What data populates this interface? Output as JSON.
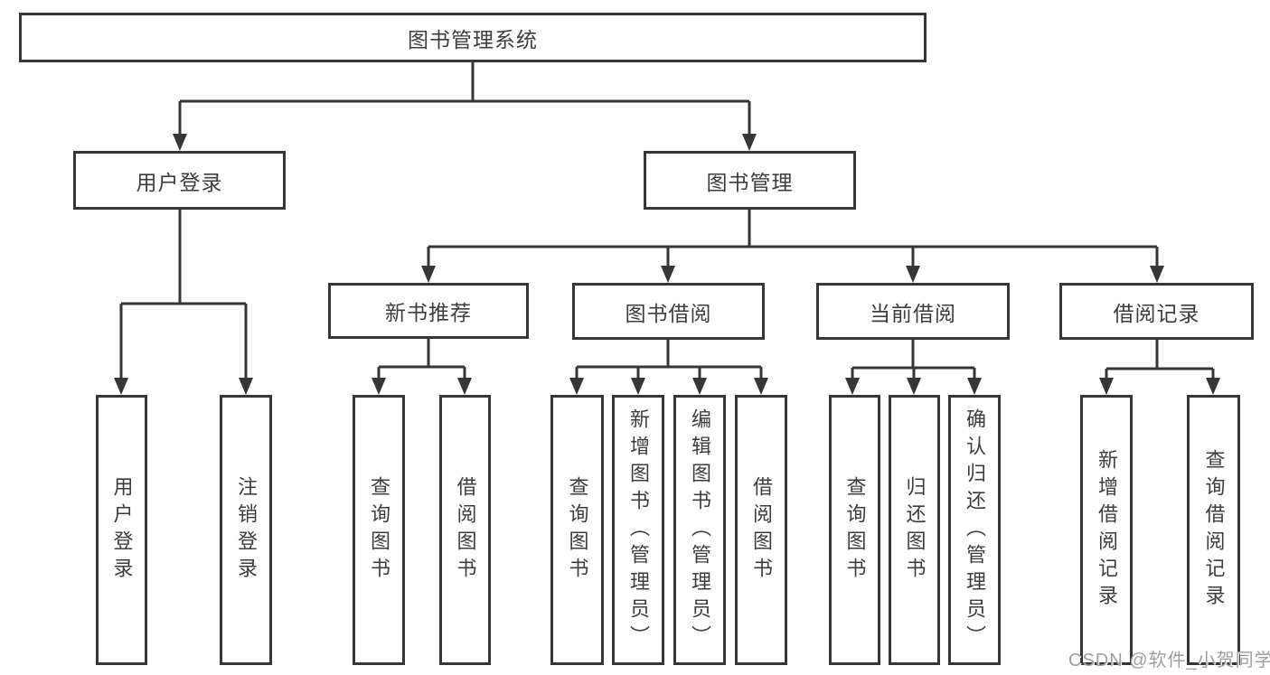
{
  "diagram": {
    "root": {
      "label": "图书管理系统"
    },
    "branches": {
      "user_login": {
        "label": "用户登录",
        "children": {
          "login": {
            "label": "用户登录"
          },
          "logout": {
            "label": "注销登录"
          }
        }
      },
      "book_mgmt": {
        "label": "图书管理",
        "children": {
          "new_book": {
            "label": "新书推荐",
            "children": {
              "query": {
                "label": "查询图书"
              },
              "borrow": {
                "label": "借阅图书"
              }
            }
          },
          "book_borrow": {
            "label": "图书借阅",
            "children": {
              "query": {
                "label": "查询图书"
              },
              "add": {
                "label": "新增图书（管理员）"
              },
              "edit": {
                "label": "编辑图书（管理员）"
              },
              "borrow": {
                "label": "借阅图书"
              }
            }
          },
          "current_borrow": {
            "label": "当前借阅",
            "children": {
              "query": {
                "label": "查询图书"
              },
              "return": {
                "label": "归还图书"
              },
              "confirm": {
                "label": "确认归还（管理员）"
              }
            }
          },
          "borrow_record": {
            "label": "借阅记录",
            "children": {
              "add": {
                "label": "新增借阅记录"
              },
              "query": {
                "label": "查询借阅记录"
              }
            }
          }
        }
      }
    },
    "colors": {
      "line": "#363636",
      "text": "#3d3d3d",
      "background": "#ffffff"
    }
  },
  "watermark": {
    "text": "CSDN @软件_小贺同学",
    "color": "#9e9e9e"
  }
}
